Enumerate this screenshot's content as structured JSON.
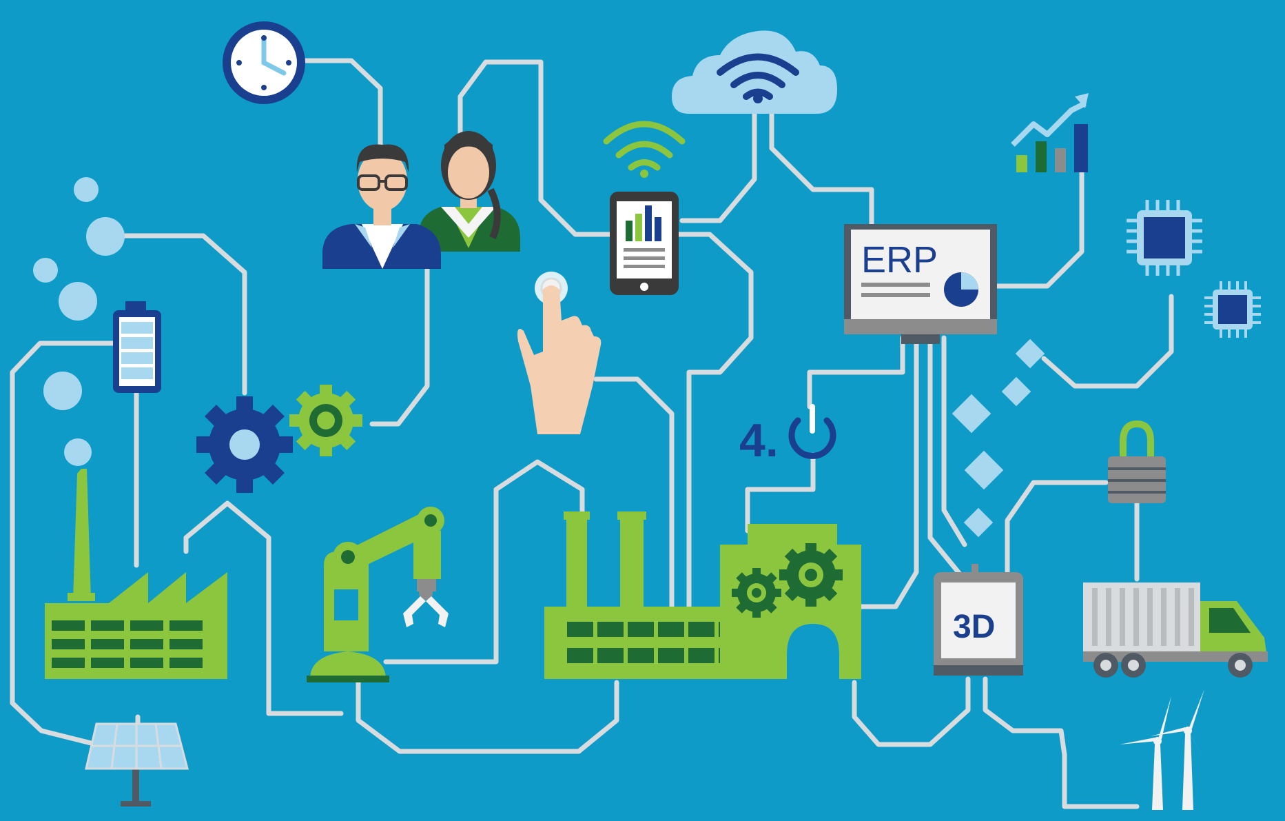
{
  "monitor": {
    "label": "ERP"
  },
  "industry": {
    "label_number": "4."
  },
  "printer": {
    "label": "3D"
  },
  "colors": {
    "background": "#0f9bc8",
    "circuit": "#d8dcdf",
    "green": "#8cc63f",
    "dark_green": "#1e6b34",
    "navy": "#1b3f8f",
    "light_blue": "#a8d8f0",
    "grey": "#8c8c8c"
  }
}
